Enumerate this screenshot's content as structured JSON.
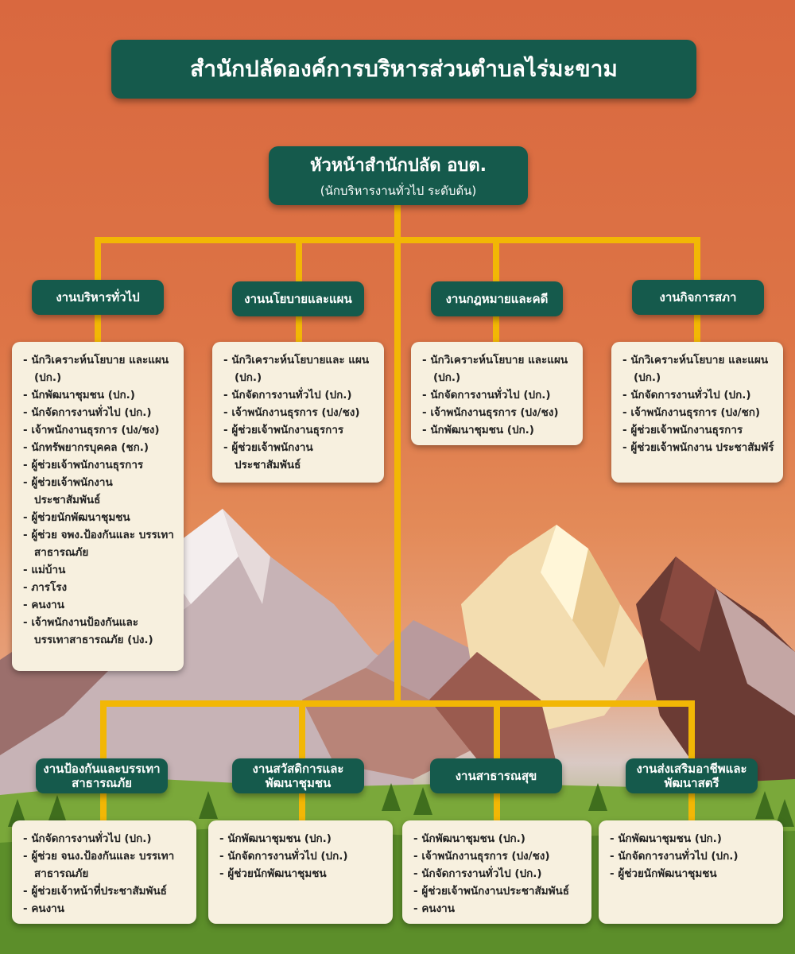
{
  "title": "สำนักปลัดองค์การบริหารส่วนตำบลไร่มะขาม",
  "head": {
    "title": "หัวหน้าสำนักปลัด อบต.",
    "subtitle": "(นักบริหารงานทั่วไป ระดับต้น)"
  },
  "colors": {
    "box": "#155a4c",
    "line": "#f2b705",
    "card": "#f7f0df"
  },
  "top_depts": [
    {
      "name": "งานบริหารทั่วไป",
      "items": [
        "นักวิเคราะห์นโยบาย และแผน (ปก.)",
        "นักพัฒนาชุมชน (ปก.)",
        "นักจัดการงานทั่วไป (ปก.)",
        "เจ้าพนักงานธุรการ (ปง/ชง)",
        "นักทรัพยากรบุคคล (ชก.)",
        "ผู้ช่วยเจ้าพนักงานธุรการ",
        "ผู้ช่วยเจ้าพนักงาน ประชาสัมพันธ์",
        "ผู้ช่วยนักพัฒนาชุมชน",
        "ผู้ช่วย จพง.ป้องกันและ บรรเทาสาธารณภัย",
        "แม่บ้าน",
        "ภารโรง",
        "คนงาน",
        "เจ้าพนักงานป้องกันและ บรรเทาสาธารณภัย (ปง.)"
      ]
    },
    {
      "name": "งานนโยบายและแผน",
      "items": [
        "นักวิเคราะห์นโยบายและ แผน (ปก.)",
        "นักจัดการงานทั่วไป (ปก.)",
        "เจ้าพนักงานธุรการ (ปง/ชง)",
        "ผู้ช่วยเจ้าพนักงานธุรการ",
        "ผู้ช่วยเจ้าพนักงาน ประชาสัมพันธ์"
      ]
    },
    {
      "name": "งานกฎหมายและคดี",
      "items": [
        "นักวิเคราะห์นโยบาย และแผน (ปก.)",
        "นักจัดการงานทั่วไป (ปก.)",
        "เจ้าพนักงานธุรการ (ปง/ชง)",
        "นักพัฒนาชุมชน (ปก.)"
      ]
    },
    {
      "name": "งานกิจการสภา",
      "items": [
        "นักวิเคราะห์นโยบาย และแผน (ปก.)",
        "นักจัดการงานทั่วไป (ปก.)",
        "เจ้าพนักงานธุรการ (ปง/ชก)",
        "ผู้ช่วยเจ้าพนักงานธุรการ",
        "ผู้ช่วยเจ้าพนักงาน ประชาสัมพัร์"
      ]
    }
  ],
  "bottom_depts": [
    {
      "name": "งานป้องกันและบรรเทา สาธารณภัย",
      "items": [
        "นักจัดการงานทั่วไป (ปก.)",
        "ผู้ช่วย จนง.ป้องกันและ บรรเทาสาธารณภัย",
        "ผู้ช่วยเจ้าหน้าที่ประชาสัมพันธ์",
        "คนงาน"
      ]
    },
    {
      "name": "งานสวัสดิการและ พัฒนาชุมชน",
      "items": [
        "นักพัฒนาชุมชน (ปก.)",
        "นักจัดการงานทั่วไป (ปก.)",
        "ผู้ช่วยนักพัฒนาชุมชน"
      ]
    },
    {
      "name": "งานสาธารณสุข",
      "items": [
        "นักพัฒนาชุมชน (ปก.)",
        "เจ้าพนักงานธุรการ (ปง/ชง)",
        "นักจัดการงานทั่วไป (ปก.)",
        "ผู้ช่วยเจ้าพนักงานประชาสัมพันธ์",
        "คนงาน"
      ]
    },
    {
      "name": "งานส่งเสริมอาชีพและ พัฒนาสตรี",
      "items": [
        "นักพัฒนาชุมชน (ปก.)",
        "นักจัดการงานทั่วไป (ปก.)",
        "ผู้ช่วยนักพัฒนาชุมชน"
      ]
    }
  ]
}
